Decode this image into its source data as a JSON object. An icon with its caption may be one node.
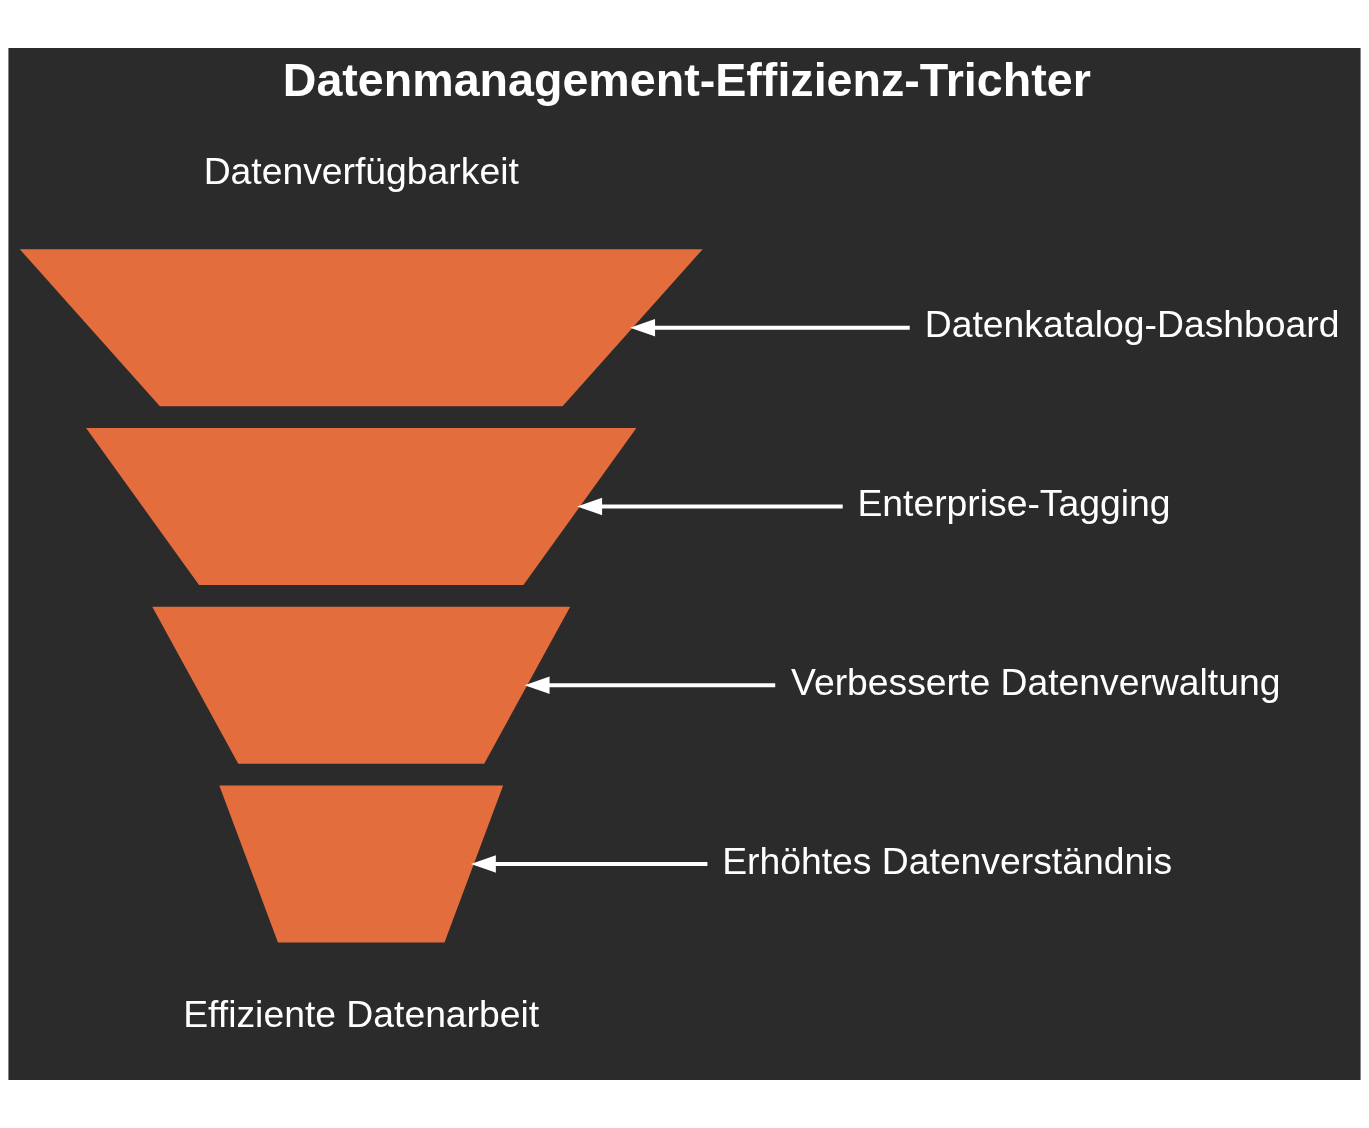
{
  "diagram": {
    "title": "Datenmanagement-Effizienz-Trichter",
    "nodes": [
      {
        "text": [],
        "shape": "trapezoid"
      },
      {
        "text": [],
        "shape": "trapezoid"
      },
      {
        "text": [],
        "shape": "trapezoid"
      },
      {
        "text": [],
        "shape": "trapezoid"
      },
      {
        "text": [
          "Datenkatalog-Dashboard"
        ]
      },
      {
        "text": [
          "Enterprise-Tagging"
        ]
      },
      {
        "text": [
          "Verbesserte Datenverwaltung"
        ]
      },
      {
        "text": [
          "Erhöhtes Datenverständnis"
        ]
      }
    ],
    "edges": [
      {
        "from": 4,
        "to": 0,
        "arrow": "to"
      },
      {
        "from": 5,
        "to": 1,
        "arrow": "to"
      },
      {
        "from": 6,
        "to": 2,
        "arrow": "to"
      },
      {
        "from": 7,
        "to": 3,
        "arrow": "to"
      }
    ],
    "labels": [
      "Datenverfügbarkeit",
      "Effiziente Datenarbeit"
    ]
  }
}
